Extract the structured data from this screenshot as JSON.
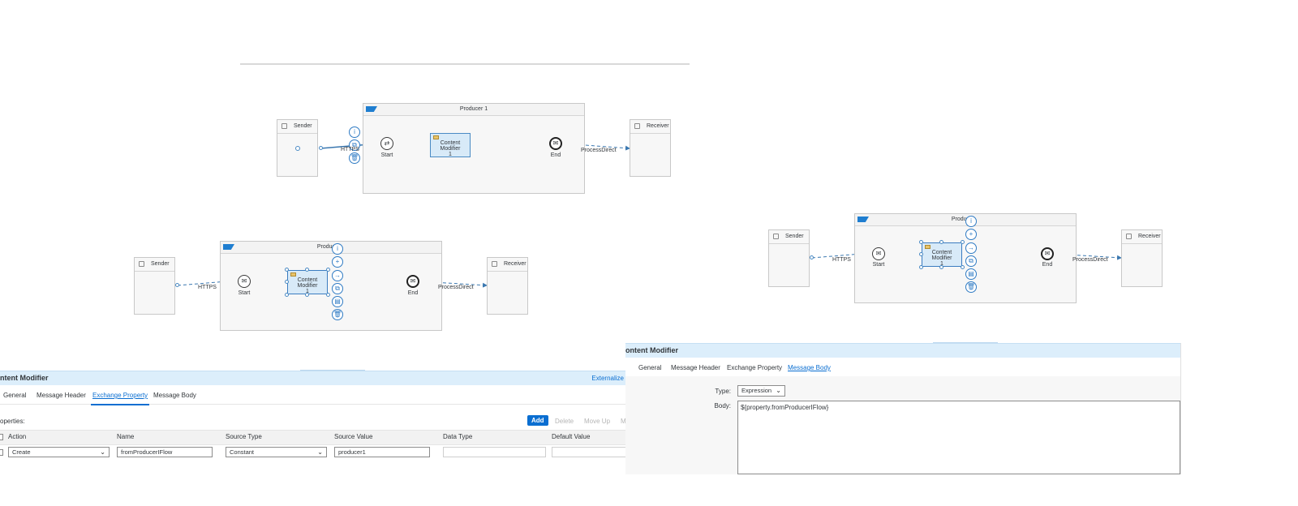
{
  "flow1": {
    "pool_title": "Producer 1",
    "sender": "Sender",
    "receiver": "Receiver",
    "start_label": "Start",
    "end_label": "End",
    "content_modifier": "Content Modifier",
    "content_modifier_num": "1",
    "https_label": "HTTPS",
    "pd_label": "ProcessDirect",
    "tools": [
      "info-icon",
      "copy-icon",
      "delete-icon"
    ]
  },
  "flow2": {
    "pool_title": "Producer 1",
    "sender": "Sender",
    "receiver": "Receiver",
    "start_label": "Start",
    "end_label": "End",
    "content_modifier": "Content Modifier",
    "content_modifier_num": "1",
    "https_label": "HTTPS",
    "pd_label": "ProcessDirect",
    "tools": [
      "info-icon",
      "plus-icon",
      "arrow-right-icon",
      "copy-icon",
      "paste-icon",
      "delete-icon"
    ]
  },
  "flow3": {
    "pool_title": "Producer 1",
    "sender": "Sender",
    "receiver": "Receiver",
    "start_label": "Start",
    "end_label": "End",
    "content_modifier": "Content Modifier",
    "content_modifier_num": "1",
    "https_label": "HTTPS",
    "pd_label": "ProcessDirect",
    "tools": [
      "info-icon",
      "plus-icon",
      "arrow-right-icon",
      "copy-icon",
      "paste-icon",
      "delete-icon"
    ]
  },
  "left_panel": {
    "title": "ntent Modifier",
    "externalize": "Externalize",
    "tabs": [
      "General",
      "Message Header",
      "Exchange Property",
      "Message Body"
    ],
    "active_tab": "Exchange Property",
    "section_label": "operties:",
    "buttons": {
      "add": "Add",
      "delete": "Delete",
      "move_up": "Move Up",
      "more": "Mo"
    },
    "columns": [
      "Action",
      "Name",
      "Source Type",
      "Source Value",
      "Data Type",
      "Default Value"
    ],
    "row": {
      "action": "Create",
      "name": "fromProducerIFlow",
      "source_type": "Constant",
      "source_value": "producer1",
      "data_type": "",
      "default_value": ""
    }
  },
  "right_panel": {
    "title": "ontent Modifier",
    "tabs": [
      "General",
      "Message Header",
      "Exchange Property",
      "Message Body"
    ],
    "active_tab": "Message Body",
    "type_label": "Type:",
    "type_value": "Expression",
    "body_label": "Body:",
    "body_value": "${property.fromProducerIFlow}"
  },
  "colors": {
    "accent": "#0a6ed1",
    "panel_header": "#dceefb",
    "selection": "#d8eaf8"
  }
}
